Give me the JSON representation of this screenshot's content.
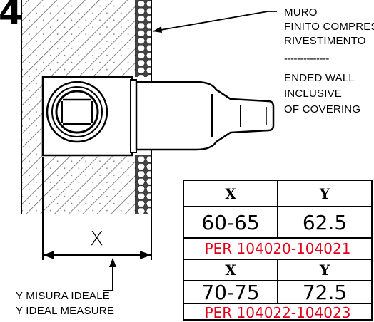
{
  "step_number": "4",
  "wall_note": {
    "it_lines": [
      "MURO",
      "FINITO COMPRESO",
      "RIVESTIMENTO"
    ],
    "separator": "--------------",
    "en_lines": [
      "ENDED WALL",
      "INCLUSIVE",
      "OF COVERING"
    ]
  },
  "dimension_label": "X",
  "measure_note": {
    "it": "Y MISURA IDEALE",
    "en": "Y IDEAL MEASURE"
  },
  "spec_table": {
    "header": [
      "X",
      "Y"
    ],
    "groups": [
      {
        "x": "60-65",
        "y": "62.5",
        "codes": "PER 104020-104021"
      },
      {
        "x": "70-75",
        "y": "72.5",
        "codes": "PER 104022-104023"
      }
    ]
  },
  "colors": {
    "line": "#000000",
    "code_text": "#e0001a",
    "background": "#ffffff"
  }
}
